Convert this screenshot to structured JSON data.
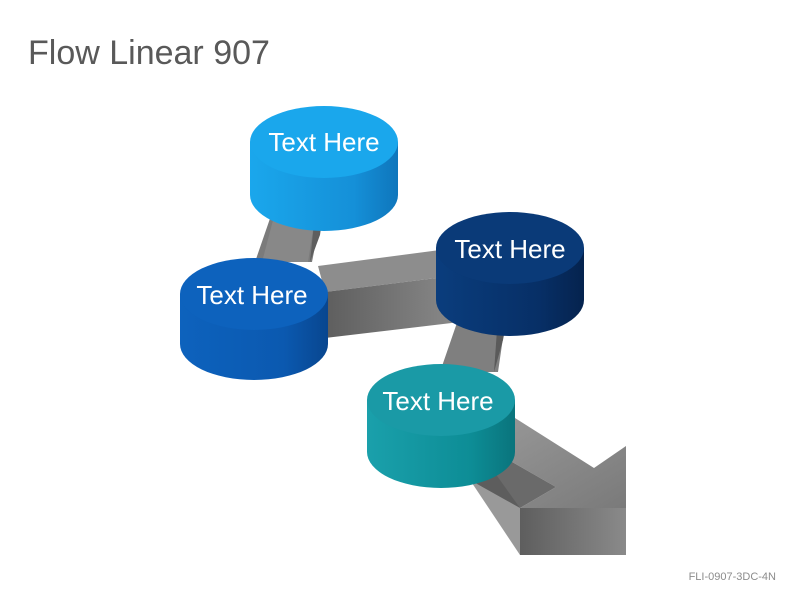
{
  "title": "Flow Linear 907",
  "footer_code": "FLI-0907-3DC-4N",
  "nodes": [
    {
      "label": "Text Here",
      "color_top": "#1aa7ec",
      "color_side": "#1590d8"
    },
    {
      "label": "Text Here",
      "color_top": "#0d5fb8",
      "color_side": "#0b59b0"
    },
    {
      "label": "Text Here",
      "color_top": "#0a3a78",
      "color_side": "#072f66"
    },
    {
      "label": "Text Here",
      "color_top": "#1a9aa6",
      "color_side": "#0d8d96"
    }
  ],
  "colors": {
    "arrow_light": "#8a8a8a",
    "arrow_mid": "#6f6f6f",
    "arrow_dark": "#4f4f4f"
  }
}
